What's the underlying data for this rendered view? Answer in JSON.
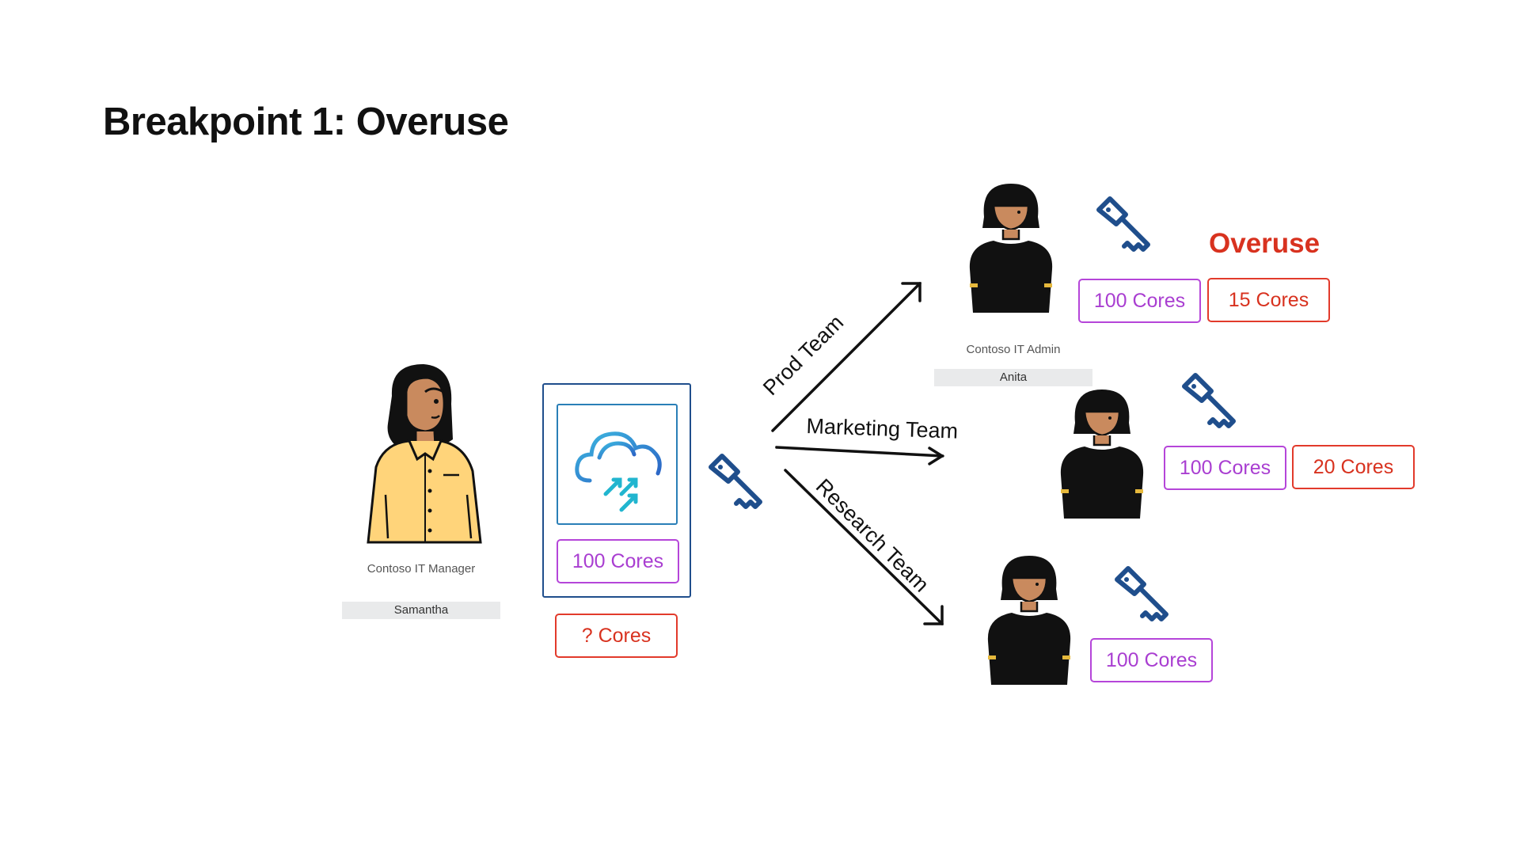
{
  "title": "Breakpoint 1: Overuse",
  "manager": {
    "role": "Contoso IT Manager",
    "name": "Samantha"
  },
  "admin": {
    "role": "Contoso IT Admin",
    "name": "Anita"
  },
  "service": {
    "cores_label": "100 Cores",
    "unknown_cores_label": "? Cores",
    "icon": "cloud-arrows-icon"
  },
  "teams": [
    {
      "name": "Prod Team",
      "allocated_label": "100 Cores",
      "overuse_label": "15 Cores"
    },
    {
      "name": "Marketing Team",
      "allocated_label": "100 Cores",
      "overuse_label": "20 Cores"
    },
    {
      "name": "Research Team",
      "allocated_label": "100 Cores"
    }
  ],
  "overuse_heading": "Overuse",
  "icons": {
    "key": "key-icon",
    "person": "person-illustration"
  },
  "colors": {
    "purple": "#a93ed1",
    "red": "#d8321f",
    "navy": "#1f4e8c",
    "skin": "#c98a5e",
    "shirt_yellow": "#ffd47a"
  }
}
